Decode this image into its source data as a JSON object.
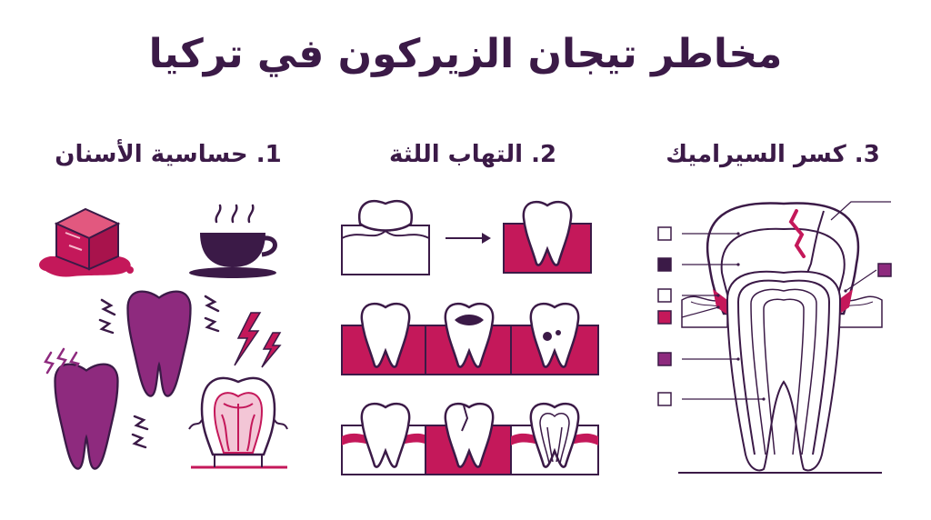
{
  "title": "مخاطر تيجان الزيركون في تركيا",
  "sections": [
    {
      "heading": "1. حساسية الأسنان"
    },
    {
      "heading": "2. التهاب اللثة"
    },
    {
      "heading": "3. كسر السيراميك"
    }
  ],
  "colors": {
    "title": "#3b1a47",
    "crimson": "#c4185a",
    "purple": "#8e2a7e",
    "dark_purple": "#3b1a47",
    "gum": "#c4185a"
  },
  "icons": [
    "ice-cube-icon",
    "hot-coffee-icon",
    "sensitive-tooth-icon",
    "lightning-icon",
    "tooth-cross-section-icon",
    "gum-recession-icon",
    "fractured-crown-icon"
  ]
}
